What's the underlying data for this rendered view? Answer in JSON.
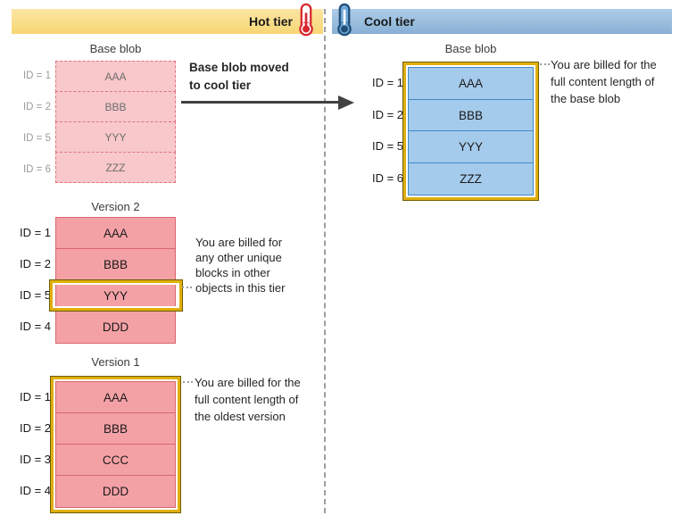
{
  "header": {
    "hot": {
      "label": "Hot tier",
      "bar_color": "#F9DC87",
      "thermometer_color": "#D7282F"
    },
    "cool": {
      "label": "Cool tier",
      "bar_color": "#9BBFDE",
      "thermometer_color": "#1F4E79"
    }
  },
  "colors": {
    "faded_block_fill": "#F8C8CA",
    "faded_block_border": "#E4737C",
    "hot_block_fill": "#F4A1A6",
    "hot_block_border": "#D9666F",
    "cool_block_fill": "#A5CBEC",
    "cool_block_border": "#4288C4",
    "highlight_gold": "#E0AE0D",
    "divider_gray": "#9E9E9E"
  },
  "hot": {
    "base_blob": {
      "title": "Base blob",
      "state": "moved-faded-dashed",
      "rows": [
        {
          "id": "ID = 1",
          "block": "AAA"
        },
        {
          "id": "ID = 2",
          "block": "BBB"
        },
        {
          "id": "ID = 5",
          "block": "YYY"
        },
        {
          "id": "ID = 6",
          "block": "ZZZ"
        }
      ]
    },
    "move_label": {
      "line1": "Base blob moved",
      "line2": "to cool tier"
    },
    "version2": {
      "title": "Version 2",
      "highlighted_row_block": "YYY",
      "rows": [
        {
          "id": "ID = 1",
          "block": "AAA"
        },
        {
          "id": "ID = 2",
          "block": "BBB"
        },
        {
          "id": "ID = 5",
          "block": "YYY"
        },
        {
          "id": "ID = 4",
          "block": "DDD"
        }
      ],
      "annotation": [
        "You are billed for",
        "any other unique",
        "blocks in other",
        "objects in this tier"
      ]
    },
    "version1": {
      "title": "Version 1",
      "highlighted": "whole-table",
      "rows": [
        {
          "id": "ID = 1",
          "block": "AAA"
        },
        {
          "id": "ID = 2",
          "block": "BBB"
        },
        {
          "id": "ID = 3",
          "block": "CCC"
        },
        {
          "id": "ID = 4",
          "block": "DDD"
        }
      ],
      "annotation": [
        "You are billed for the",
        "full content length of",
        "the oldest version"
      ]
    }
  },
  "cool": {
    "base_blob": {
      "title": "Base blob",
      "highlighted": "whole-table",
      "rows": [
        {
          "id": "ID = 1",
          "block": "AAA"
        },
        {
          "id": "ID = 2",
          "block": "BBB"
        },
        {
          "id": "ID = 5",
          "block": "YYY"
        },
        {
          "id": "ID = 6",
          "block": "ZZZ"
        }
      ],
      "annotation": [
        "You are billed for the",
        "full content length of",
        "the base blob"
      ]
    }
  }
}
